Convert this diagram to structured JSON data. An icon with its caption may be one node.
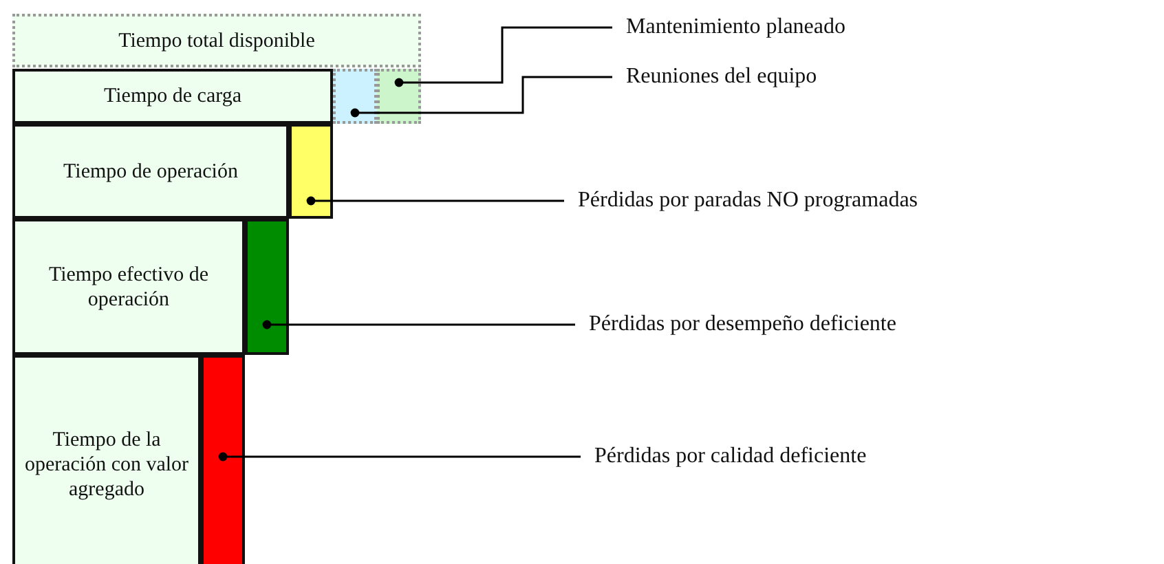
{
  "diagram": {
    "nodes": [
      {
        "text": [
          "Tiempo total disponible"
        ]
      },
      {
        "text": [
          "Tiempo de carga"
        ]
      },
      {
        "text": [],
        "shape": "bar"
      },
      {
        "text": [],
        "shape": "bar"
      },
      {
        "text": [
          "Tiempo de operación"
        ]
      },
      {
        "text": [],
        "shape": "bar"
      },
      {
        "text": [
          "Tiempo efectivo de operación"
        ]
      },
      {
        "text": [],
        "shape": "bar"
      },
      {
        "text": [
          "Tiempo de la operación con valor agregado"
        ]
      },
      {
        "text": [],
        "shape": "bar"
      },
      {
        "text": [
          "Mantenimiento planeado"
        ]
      },
      {
        "text": [
          "Reuniones del equipo"
        ]
      },
      {
        "text": [
          "Pérdidas por paradas NO programadas"
        ]
      },
      {
        "text": [
          "Pérdidas por desempeño deficiente"
        ]
      },
      {
        "text": [
          "Pérdidas por calidad deficiente"
        ]
      }
    ],
    "edges": [
      {
        "from": 10,
        "to": 3,
        "arrow": "other"
      },
      {
        "from": 11,
        "to": 2,
        "arrow": "other"
      },
      {
        "from": 12,
        "to": 5,
        "arrow": "other"
      },
      {
        "from": 13,
        "to": 7,
        "arrow": "other"
      },
      {
        "from": 14,
        "to": 9,
        "arrow": "other"
      }
    ]
  }
}
